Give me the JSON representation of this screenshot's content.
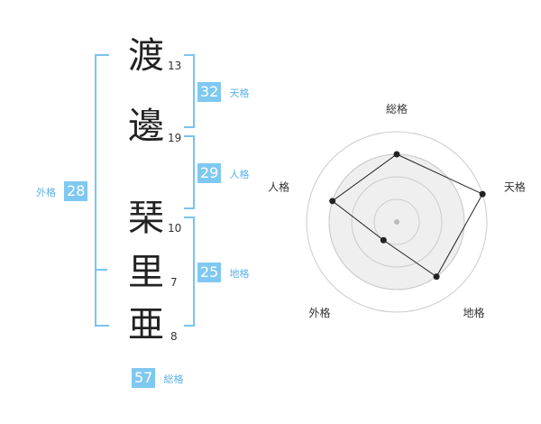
{
  "name": {
    "chars": [
      {
        "char": "渡",
        "strokes": "13"
      },
      {
        "char": "邊",
        "strokes": "19"
      },
      {
        "char": "琹",
        "strokes": "10"
      },
      {
        "char": "里",
        "strokes": "7"
      },
      {
        "char": "亜",
        "strokes": "8"
      }
    ]
  },
  "fortunes": {
    "tenkaku": {
      "value": "32",
      "label": "天格"
    },
    "jinkaku": {
      "value": "29",
      "label": "人格"
    },
    "chikaku": {
      "value": "25",
      "label": "地格"
    },
    "gaikaku": {
      "value": "28",
      "label": "外格"
    },
    "soukaku": {
      "value": "57",
      "label": "総格"
    }
  },
  "radar": {
    "axes": [
      "総格",
      "天格",
      "地格",
      "外格",
      "人格"
    ],
    "values": [
      0.75,
      1.0,
      0.75,
      0.25,
      0.75
    ],
    "rings": 4,
    "colors": {
      "ring": "#cccccc",
      "fill": "#efefef",
      "line": "#222222",
      "point": "#222222",
      "center": "#bbbbbb"
    }
  }
}
